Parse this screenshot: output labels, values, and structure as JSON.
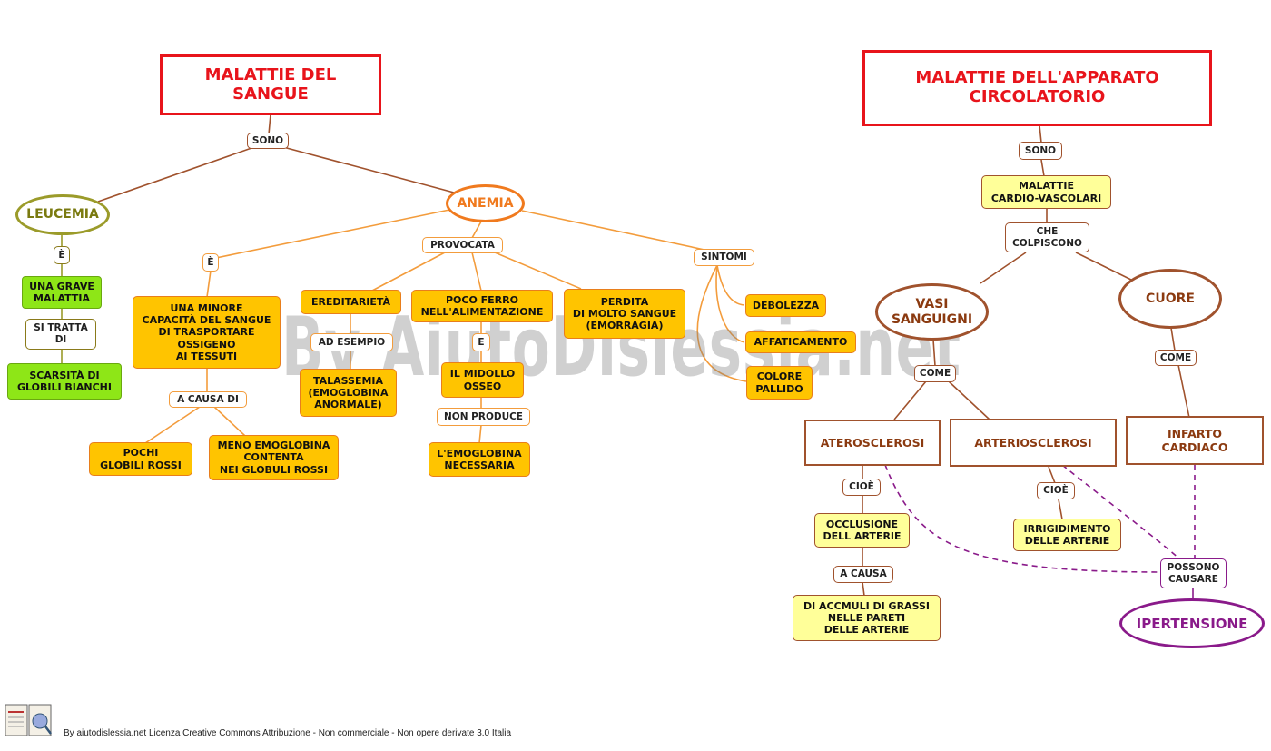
{
  "left_map": {
    "title": "MALATTIE DEL\nSANGUE",
    "sono": "SONO",
    "leucemia": "LEUCEMIA",
    "leuc_e": "È",
    "una_grave": "UNA GRAVE\nMALATTIA",
    "si_tratta": "SI TRATTA\nDI",
    "scarsita": "SCARSITÀ DI\nGLOBILI BIANCHI",
    "anemia": "ANEMIA",
    "anem_e": "È",
    "minore": "UNA MINORE\nCAPACITÀ DEL SANGUE\nDI TRASPORTARE\nOSSIGENO\nAI TESSUTI",
    "a_causa_di": "A CAUSA DI",
    "pochi": "POCHI\nGLOBILI ROSSI",
    "meno_emo": "MENO EMOGLOBINA\nCONTENTA\nNEI GLOBULI ROSSI",
    "provocata": "PROVOCATA",
    "ereditarieta": "EREDITARIETÀ",
    "ad_esempio": "AD ESEMPIO",
    "talassemia": "TALASSEMIA\n(EMOGLOBINA\nANORMALE)",
    "poco_ferro": "POCO FERRO\nNELL'ALIMENTAZIONE",
    "e_conj": "E",
    "midollo": "IL MIDOLLO\nOSSEO",
    "non_produce": "NON PRODUCE",
    "emoglobina_nec": "L'EMOGLOBINA\nNECESSARIA",
    "perdita": "PERDITA\nDI MOLTO SANGUE\n(EMORRAGIA)",
    "sintomi": "SINTOMI",
    "debolezza": "DEBOLEZZA",
    "affaticamento": "AFFATICAMENTO",
    "colore": "COLORE\nPALLIDO"
  },
  "right_map": {
    "title": "MALATTIE DELL'APPARATO\nCIRCOLATORIO",
    "sono": "SONO",
    "cardio": "MALATTIE\nCARDIO-VASCOLARI",
    "che_colpiscono": "CHE\nCOLPISCONO",
    "vasi": "VASI\nSANGUIGNI",
    "cuore": "CUORE",
    "come1": "COME",
    "come2": "COME",
    "ateroscl": "ATEROSCLEROSI",
    "arterioscl": "ARTERIOSCLEROSI",
    "infarto": "INFARTO\nCARDIACO",
    "cioe1": "CIOÈ",
    "cioe2": "CIOÈ",
    "occlusione": "OCCLUSIONE\nDELL ARTERIE",
    "irrigid": "IRRIGIDIMENTO\nDELLE ARTERIE",
    "a_causa": "A CAUSA",
    "accumuli": "DI ACCMULI DI GRASSI\nNELLE PARETI\nDELLE ARTERIE",
    "possono": "POSSONO\nCAUSARE",
    "ipertensione": "IPERTENSIONE"
  },
  "watermark": "By AiutoDislessia.net",
  "footer": "By aiutodislessia.net Licenza Creative Commons Attribuzione - Non commerciale - Non opere derivate 3.0 Italia",
  "colors": {
    "title_red": "#e8141b",
    "anemia_orange": "#f07a1e",
    "leucemia_olive": "#9b9b2a",
    "brown": "#a0522d",
    "purple": "#8a1a8a",
    "green_fill": "#8ee617",
    "orange_fill": "#ffc400",
    "yellow_fill": "#ffff99"
  }
}
